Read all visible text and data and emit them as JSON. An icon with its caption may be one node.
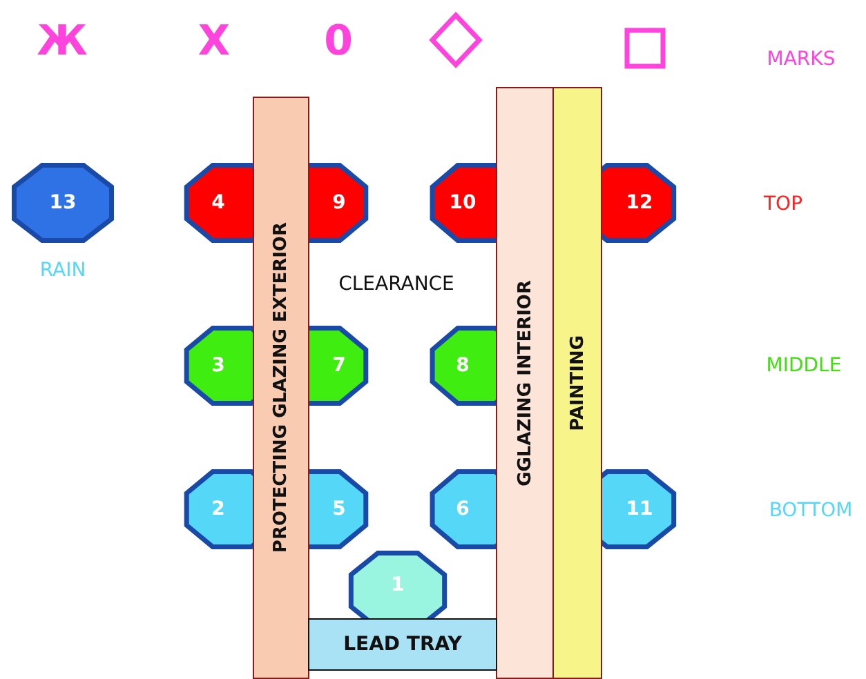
{
  "diagram": {
    "nodes": [
      {
        "text": [
          "PROTECTING GLAZING EXTERIOR"
        ]
      },
      {
        "text": [
          "GGLAZING INTERIOR"
        ]
      },
      {
        "text": [
          "PAINTING"
        ]
      },
      {
        "text": [
          "13"
        ],
        "beside": [
          "RAIN"
        ]
      },
      {
        "text": [
          "4"
        ]
      },
      {
        "text": [
          "9"
        ]
      },
      {
        "text": [
          "10"
        ]
      },
      {
        "text": [
          "12"
        ]
      },
      {
        "text": [
          "3"
        ]
      },
      {
        "text": [
          "7"
        ]
      },
      {
        "text": [
          "8"
        ]
      },
      {
        "text": [
          "2"
        ]
      },
      {
        "text": [
          "5"
        ]
      },
      {
        "text": [
          "6"
        ]
      },
      {
        "text": [
          "11"
        ]
      },
      {
        "text": [
          "1"
        ]
      },
      {
        "text": [
          "LEAD TRAY"
        ]
      }
    ],
    "edges": [],
    "labels": [
      "Ж",
      "X",
      "0",
      "MARKS",
      "TOP",
      "CLEARANCE",
      "MIDDLE",
      "BOTTOM"
    ]
  }
}
